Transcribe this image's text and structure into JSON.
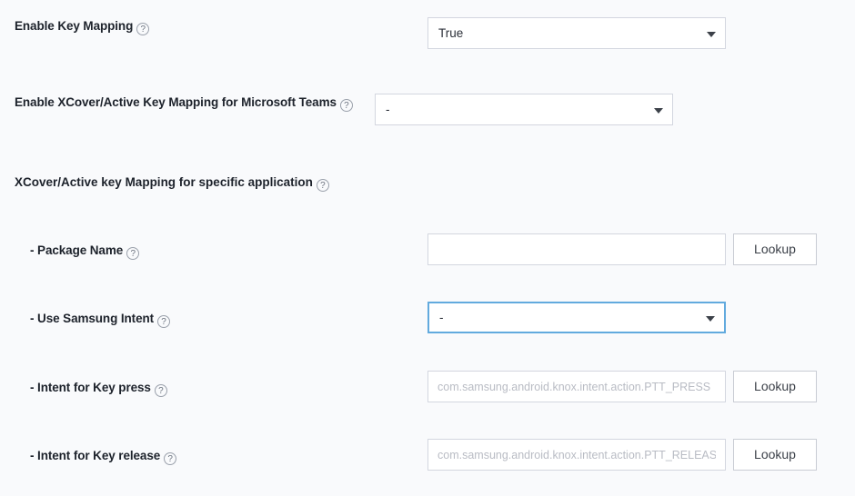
{
  "page": {
    "background": "#f9fafc",
    "focus_color": "#62aade",
    "help_icon_glyph": "?"
  },
  "rows": [
    {
      "label": "Enable Key Mapping",
      "control": "select",
      "value": "True",
      "focused": false,
      "has_lookup": false,
      "indented": false
    },
    {
      "label": "Enable XCover/Active Key Mapping for Microsoft Teams",
      "control": "select",
      "value": "-",
      "focused": false,
      "has_lookup": false,
      "indented": false
    },
    {
      "label": "- Package Name",
      "control": "input",
      "value": "",
      "placeholder": "",
      "focused": false,
      "has_lookup": true,
      "lookup_label": "Lookup",
      "indented": true
    },
    {
      "label": "- Use Samsung Intent",
      "control": "select",
      "value": "-",
      "focused": true,
      "has_lookup": false,
      "indented": true
    },
    {
      "label": "- Intent for Key press",
      "control": "input",
      "value": "",
      "placeholder": "com.samsung.android.knox.intent.action.PTT_PRESS",
      "focused": false,
      "has_lookup": true,
      "lookup_label": "Lookup",
      "indented": true
    },
    {
      "label": "- Intent for Key release",
      "control": "input",
      "value": "",
      "placeholder": "com.samsung.android.knox.intent.action.PTT_RELEASE",
      "focused": false,
      "has_lookup": true,
      "lookup_label": "Lookup",
      "indented": true
    }
  ],
  "section_heading": {
    "label": "XCover/Active key Mapping for specific application"
  }
}
